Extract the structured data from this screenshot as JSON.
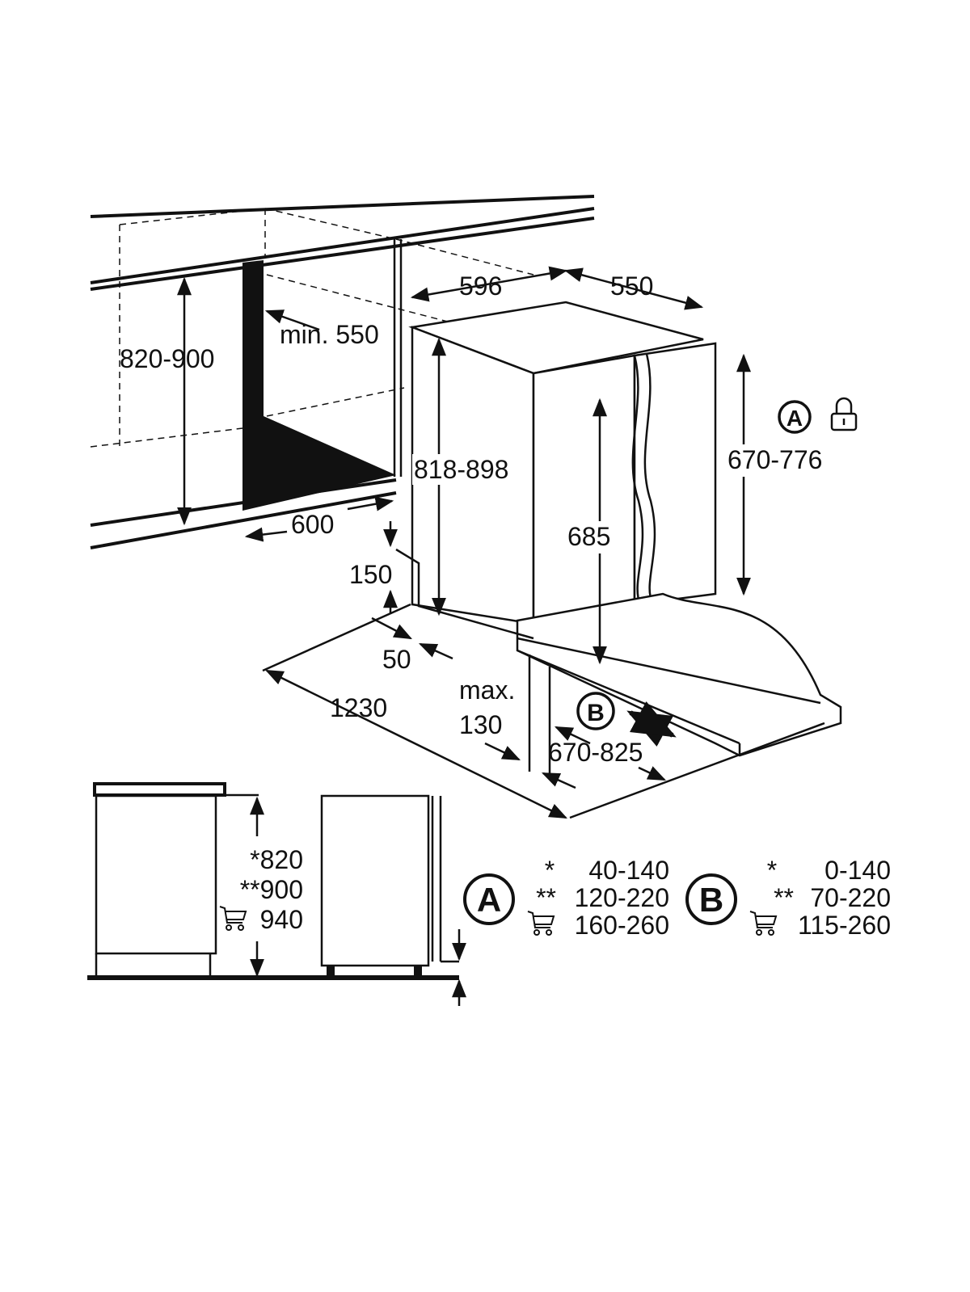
{
  "main_view": {
    "width_label": "596",
    "depth_label": "550",
    "min_depth_label": "min. 550",
    "niche_height_label": "820-900",
    "appliance_height_label": "818-898",
    "door_height_label": "670-776",
    "inner_height_label": "685",
    "niche_width_label": "600",
    "plinth_height_label": "150",
    "plinth_depth_label": "50",
    "door_open_label": "1230",
    "max_label": "max.",
    "max_value_label": "130",
    "door_depth_label": "670-825",
    "marker_a": "A",
    "marker_b": "B",
    "icons": [
      "lock-icon",
      "double-arrow-icon"
    ]
  },
  "side_view": {
    "heights": [
      {
        "prefix": "*",
        "value": "820"
      },
      {
        "prefix": "**",
        "value": "900"
      },
      {
        "prefix": "cart-icon",
        "value": "940"
      }
    ]
  },
  "tables": [
    {
      "marker": "A",
      "rows": [
        {
          "prefix": "*",
          "value": "40-140"
        },
        {
          "prefix": "**",
          "value": "120-220"
        },
        {
          "prefix": "cart-icon",
          "value": "160-260"
        }
      ]
    },
    {
      "marker": "B",
      "rows": [
        {
          "prefix": "*",
          "value": "0-140"
        },
        {
          "prefix": "**",
          "value": "70-220"
        },
        {
          "prefix": "cart-icon",
          "value": "115-260"
        }
      ]
    }
  ]
}
